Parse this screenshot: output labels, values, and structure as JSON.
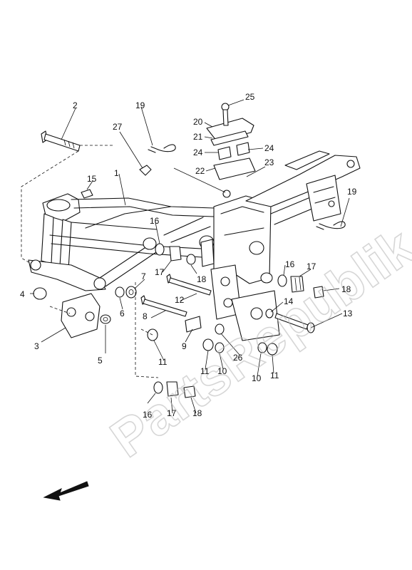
{
  "watermark": "PartsRepublik",
  "labels": [
    "1",
    "2",
    "3",
    "4",
    "5",
    "6",
    "7",
    "8",
    "9",
    "10",
    "10",
    "11",
    "11",
    "11",
    "12",
    "13",
    "14",
    "15",
    "16",
    "16",
    "16",
    "17",
    "17",
    "17",
    "18",
    "18",
    "18",
    "19",
    "19",
    "20",
    "21",
    "22",
    "23",
    "24",
    "24",
    "25",
    "26",
    "27"
  ],
  "direction_icon": "front-arrow-icon"
}
